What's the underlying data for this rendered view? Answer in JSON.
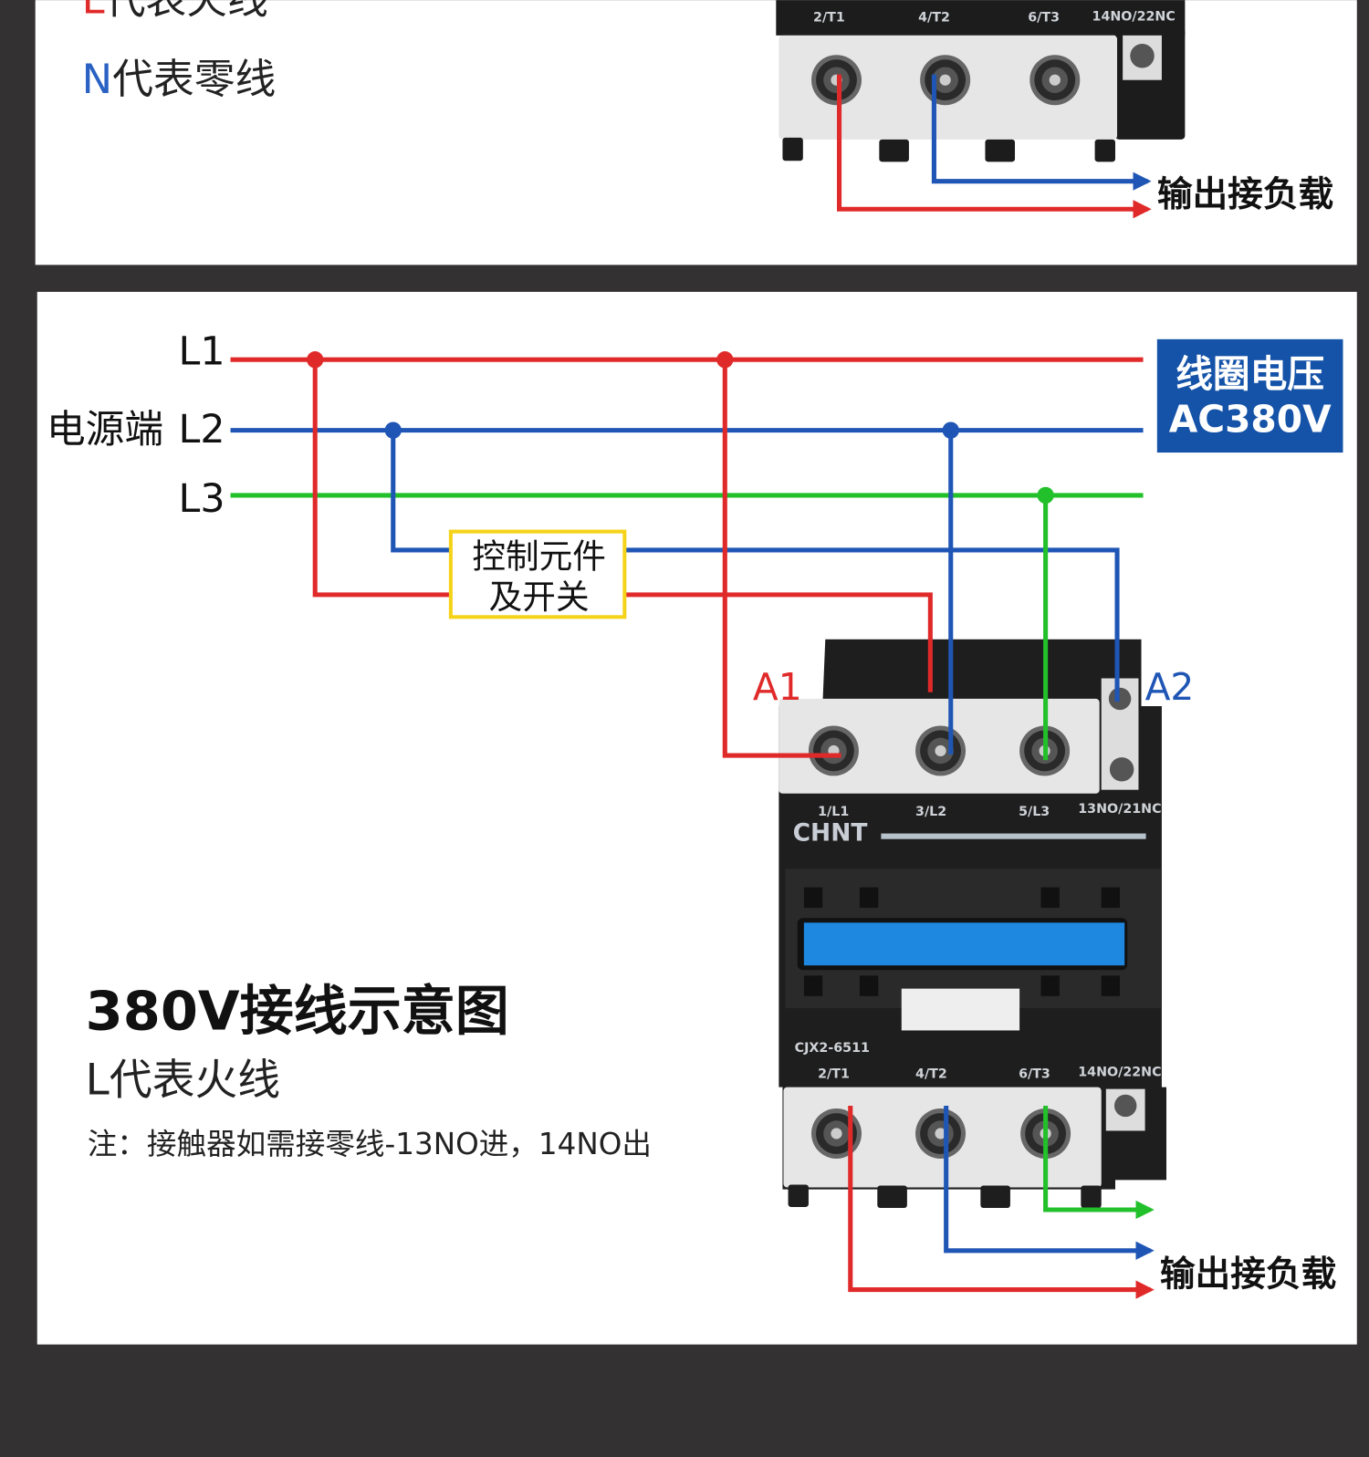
{
  "top_panel": {
    "legend_l_letter": "L",
    "legend_l_text": "代表火线",
    "legend_n_letter": "N",
    "legend_n_text": "代表零线",
    "terminals": [
      "2/T1",
      "4/T2",
      "6/T3",
      "14NO/22NC"
    ],
    "output_label": "输出接负载"
  },
  "bottom_panel": {
    "lines": [
      "L1",
      "L2",
      "L3"
    ],
    "source_label": "电源端",
    "coil_voltage_line1": "线圈电压",
    "coil_voltage_line2": "AC380V",
    "control_line1": "控制元件",
    "control_line2": "及开关",
    "a1": "A1",
    "a2": "A2",
    "top_terminals": [
      "1/L1",
      "3/L2",
      "5/L3",
      "13NO/21NC"
    ],
    "brand": "CHNT",
    "model": "CJX2-6511",
    "bottom_terminals": [
      "2/T1",
      "4/T2",
      "6/T3",
      "14NO/22NC"
    ],
    "title": "380V接线示意图",
    "subtitle": "L代表火线",
    "note": "注：接触器如需接零线-13NO进，14NO出",
    "output_label": "输出接负载"
  },
  "colors": {
    "red": "#e02a2a",
    "blue": "#1f56b5",
    "green": "#22c02a",
    "yellow": "#f5d31a",
    "badge": "#1553a8"
  }
}
